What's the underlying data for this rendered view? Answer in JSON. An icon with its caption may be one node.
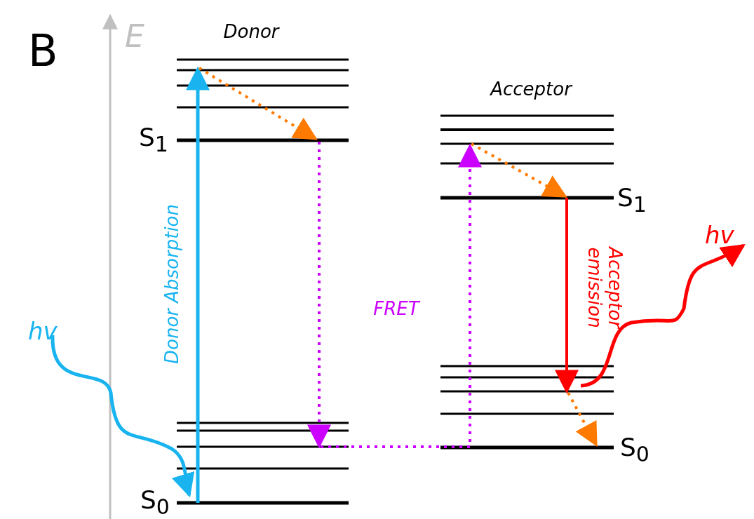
{
  "diagram": {
    "labels": [
      "B",
      "E",
      "Donor",
      "Acceptor",
      "S$_{1}$",
      "S$_{1}$",
      "Acceptor emission",
      "hv",
      "hv",
      "Donor Absorption",
      "FRET",
      "S$_{0}$",
      "S$_{0}$"
    ]
  }
}
